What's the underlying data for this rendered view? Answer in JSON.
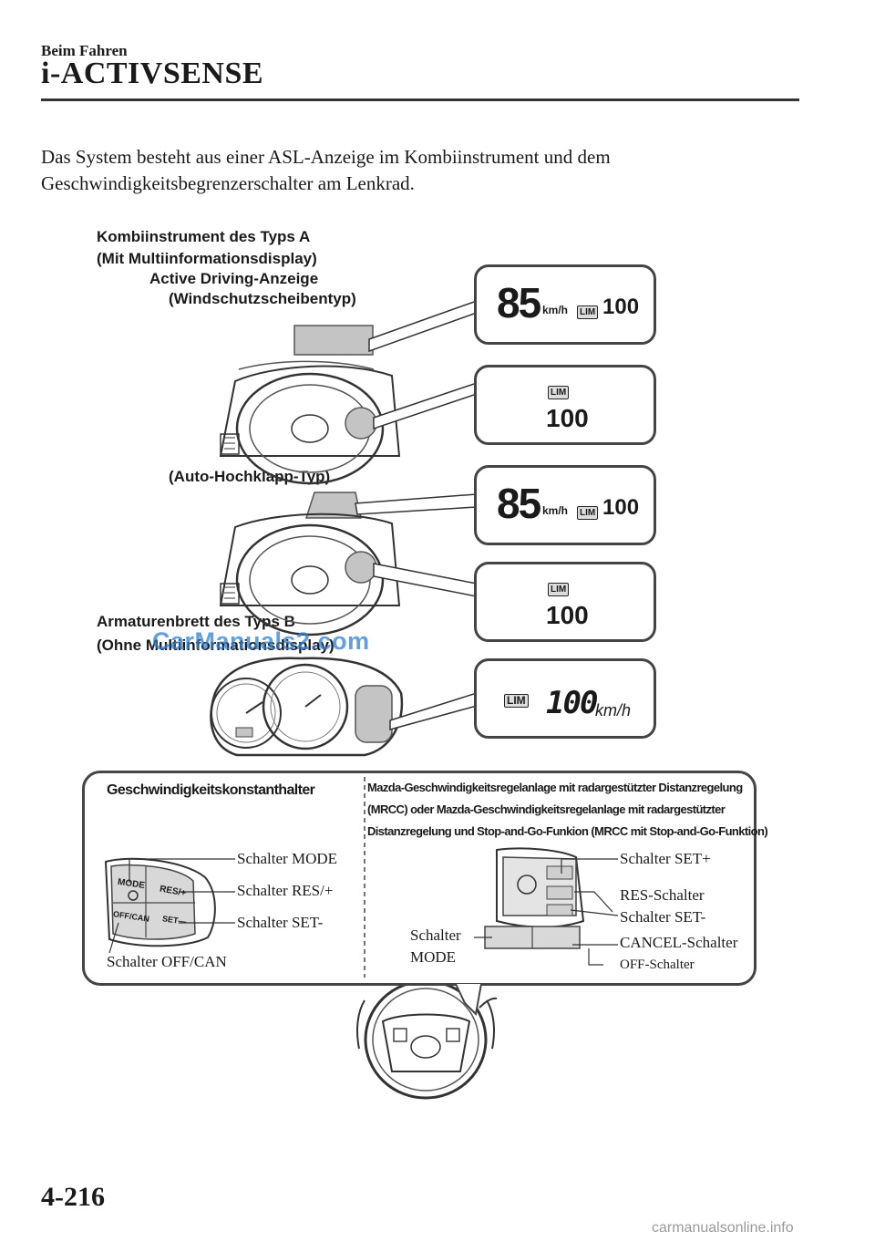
{
  "header": {
    "section": "Beim Fahren",
    "chapter": "i-ACTIVSENSE"
  },
  "intro_text": "Das System besteht aus einer ASL-Anzeige im Kombiinstrument und dem Geschwindigkeitsbegrenzerschalter am Lenkrad.",
  "figure": {
    "type_a_title": "Kombiinstrument des Typs A",
    "type_a_subtitle": "(Mit Multiinformationsdisplay)",
    "active_driving": "Active Driving-Anzeige",
    "windshield_type": "(Windschutzscheibentyp)",
    "auto_type": "(Auto-Hochklapp-Typ)",
    "type_b_title": "Armaturenbrett des Typs B",
    "type_b_subtitle": "(Ohne Multiinformationsdisplay)",
    "displays": {
      "speed": "85",
      "speed_unit": "km/h",
      "lim_badge": "LIM",
      "limit": "100",
      "limit_b": "100",
      "unit_b": "km/h"
    }
  },
  "switches": {
    "cruise_title": "Geschwindigkeitskonstanthalter",
    "mrcc_title": "Mazda-Geschwindigkeitsregelanlage mit radargestützter Distanzregelung (MRCC) oder Mazda-Geschwindigkeitsregelanlage mit radargestützter Distanzregelung und Stop-and-Go-Funkion (MRCC mit Stop-and-Go-Funktion)",
    "mrcc_line1": "Mazda-Geschwindigkeitsregelanlage mit radargestützter Distanzregelung",
    "mrcc_line2": "(MRCC) oder Mazda-Geschwindigkeitsregelanlage mit radargestützter",
    "mrcc_line3": "Distanzregelung und Stop-and-Go-Funkion (MRCC mit Stop-and-Go-Funktion)",
    "left": {
      "mode": "Schalter MODE",
      "res_plus": "Schalter RES/+",
      "set_minus": "Schalter SET-",
      "off_can": "Schalter OFF/CAN",
      "btn_mode": "MODE",
      "btn_res": "RES/+",
      "btn_off": "OFF/CAN",
      "btn_set": "SET—"
    },
    "right": {
      "set_plus": "Schalter SET+",
      "res": "RES-Schalter",
      "set_minus": "Schalter SET-",
      "mode_line1": "Schalter",
      "mode_line2": "MODE",
      "cancel": "CANCEL-Schalter",
      "off": "OFF-Schalter"
    }
  },
  "watermark": "CarManuals2.com",
  "page_number": "4-216",
  "footer": "carmanualsonline.info"
}
